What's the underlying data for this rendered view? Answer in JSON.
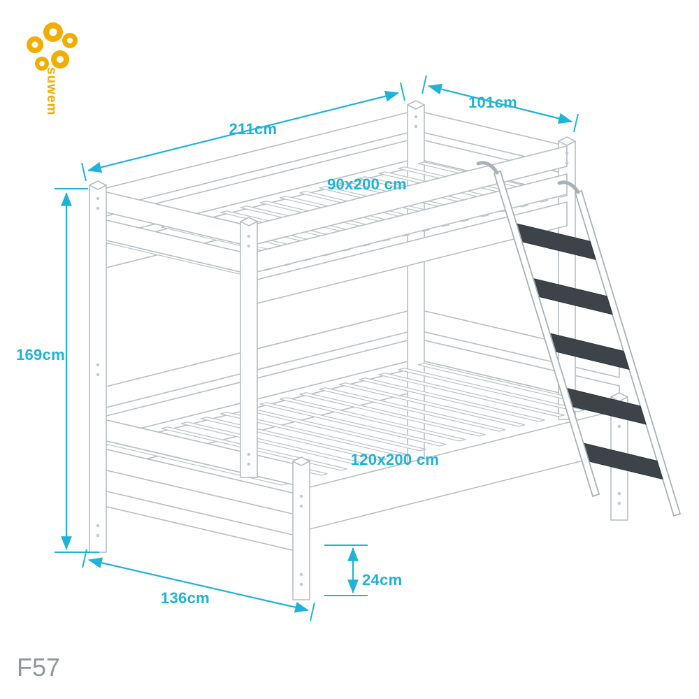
{
  "branding": {
    "logo_text": "suwem",
    "model_code": "F57"
  },
  "colors": {
    "accent": "#1fb3d8",
    "logo": "#f2ae00",
    "line_art": "#b7bec4",
    "ladder_step": "#3d4349",
    "model_code_text": "#8f969c"
  },
  "dimensions": {
    "top_length": "211cm",
    "top_width": "101cm",
    "top_mattress": "90x200 cm",
    "total_height": "169cm",
    "bottom_mattress": "120x200 cm",
    "bottom_end_width": "136cm",
    "under_bed_clearance": "24cm"
  }
}
